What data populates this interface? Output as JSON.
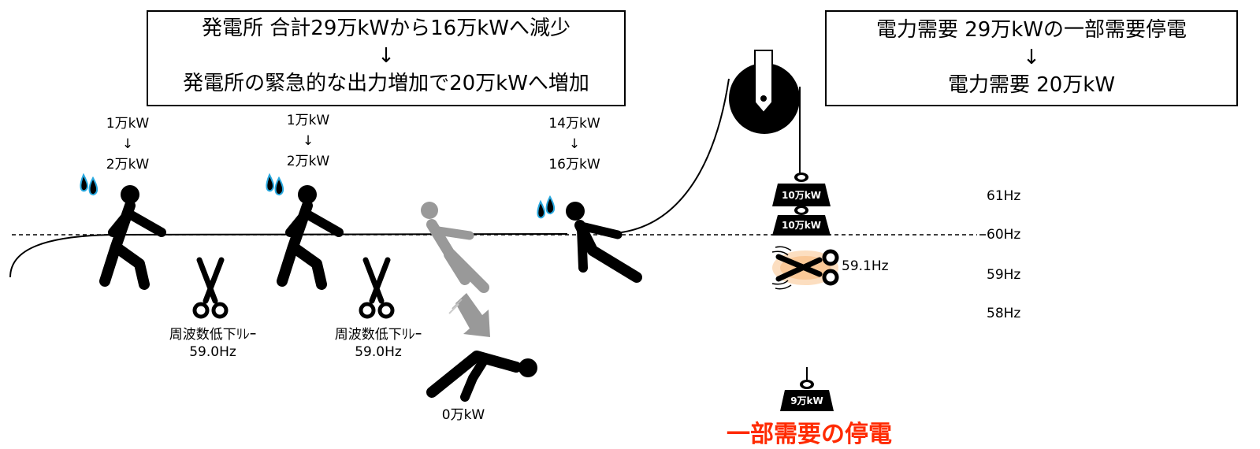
{
  "left_box": {
    "line1": "発電所  合計29万kWから16万kWへ減少",
    "arrow": "↓",
    "line2": "発電所の緊急的な出力増加で20万kWへ増加"
  },
  "right_box": {
    "line1": "電力需要  29万kWの一部需要停電",
    "arrow": "↓",
    "line2": "電力需要  20万kW"
  },
  "gen1": {
    "before": "1万kW",
    "arrow": "↓",
    "after": "2万kW"
  },
  "gen2": {
    "before": "1万kW",
    "arrow": "↓",
    "after": "2万kW"
  },
  "gen3": {
    "before": "14万kW",
    "arrow": "↓",
    "after": "16万kW"
  },
  "tripped_gen": {
    "label": "0万kW"
  },
  "relay1": {
    "name": "周波数低下ﾘﾚｰ",
    "value": "59.0Hz"
  },
  "relay2": {
    "name": "周波数低下ﾘﾚｰ",
    "value": "59.0Hz"
  },
  "active_relay": {
    "value": "59.1Hz"
  },
  "weights": {
    "w1": "10万kW",
    "w2": "10万kW",
    "w3": "9万kW"
  },
  "blackout_label": "一部需要の停電",
  "frequency_scale": [
    "61Hz",
    "60Hz",
    "59Hz",
    "58Hz"
  ],
  "colors": {
    "alert_red": "#ff2a00",
    "sweat_blue": "#29a9e0",
    "glow_orange": "#f5a04a",
    "gray_figure": "#999999"
  }
}
